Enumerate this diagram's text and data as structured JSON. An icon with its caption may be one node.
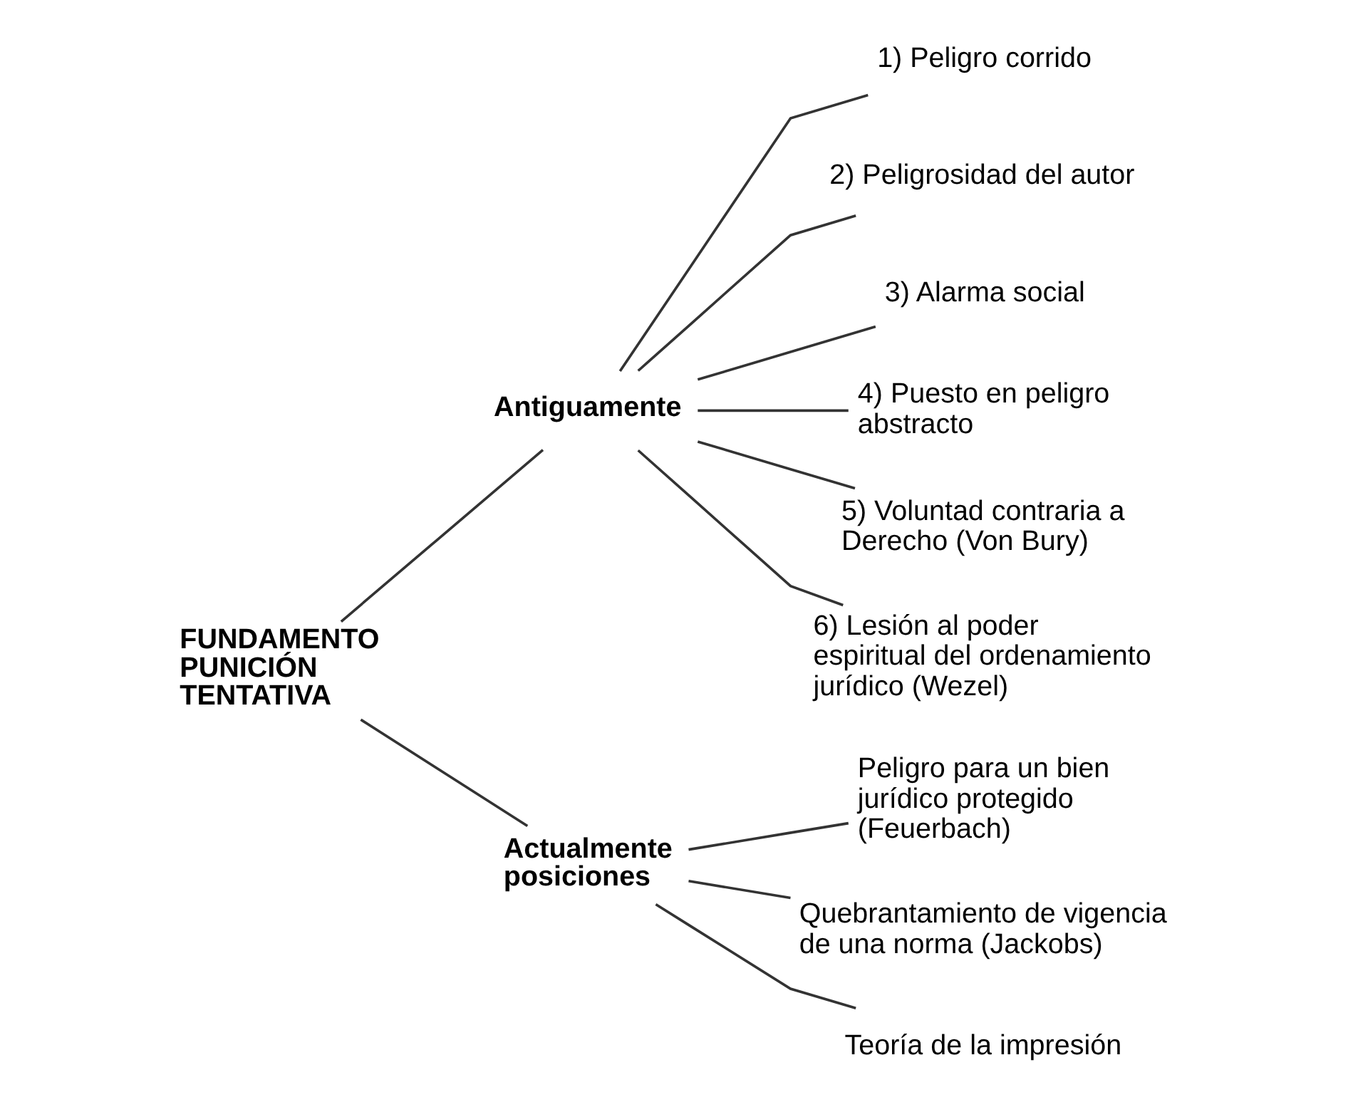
{
  "diagram": {
    "nodes": [
      {
        "text": [
          "FUNDAMENTO PUNICIÓN TENTATIVA"
        ]
      },
      {
        "text": [
          "Antiguamente"
        ]
      },
      {
        "text": [
          "1) Peligro corrido"
        ]
      },
      {
        "text": [
          "2) Peligrosidad del autor"
        ]
      },
      {
        "text": [
          "3) Alarma social"
        ]
      },
      {
        "text": [
          "4) Puesto en peligro abstracto"
        ]
      },
      {
        "text": [
          "5) Voluntad contraria a Derecho (Von Bury)"
        ]
      },
      {
        "text": [
          "6) Lesión al poder espiritual del ordenamiento jurídico (Wezel)"
        ]
      },
      {
        "text": [
          "Actualmente posiciones"
        ]
      },
      {
        "text": [
          "Peligro para un bien jurídico protegido (Feuerbach)"
        ]
      },
      {
        "text": [
          "Quebrantamiento de vigencia de una norma (Jackobs)"
        ]
      },
      {
        "text": [
          "Teoría de la impresión"
        ]
      }
    ],
    "edges": [
      {
        "from": 0,
        "to": 1,
        "arrow": "none"
      },
      {
        "from": 0,
        "to": 8,
        "arrow": "none"
      },
      {
        "from": 1,
        "to": 2,
        "arrow": "none"
      },
      {
        "from": 1,
        "to": 3,
        "arrow": "none"
      },
      {
        "from": 1,
        "to": 4,
        "arrow": "none"
      },
      {
        "from": 1,
        "to": 5,
        "arrow": "none"
      },
      {
        "from": 1,
        "to": 6,
        "arrow": "none"
      },
      {
        "from": 1,
        "to": 7,
        "arrow": "none"
      },
      {
        "from": 8,
        "to": 9,
        "arrow": "none"
      },
      {
        "from": 8,
        "to": 10,
        "arrow": "none"
      },
      {
        "from": 8,
        "to": 11,
        "arrow": "none"
      }
    ]
  }
}
